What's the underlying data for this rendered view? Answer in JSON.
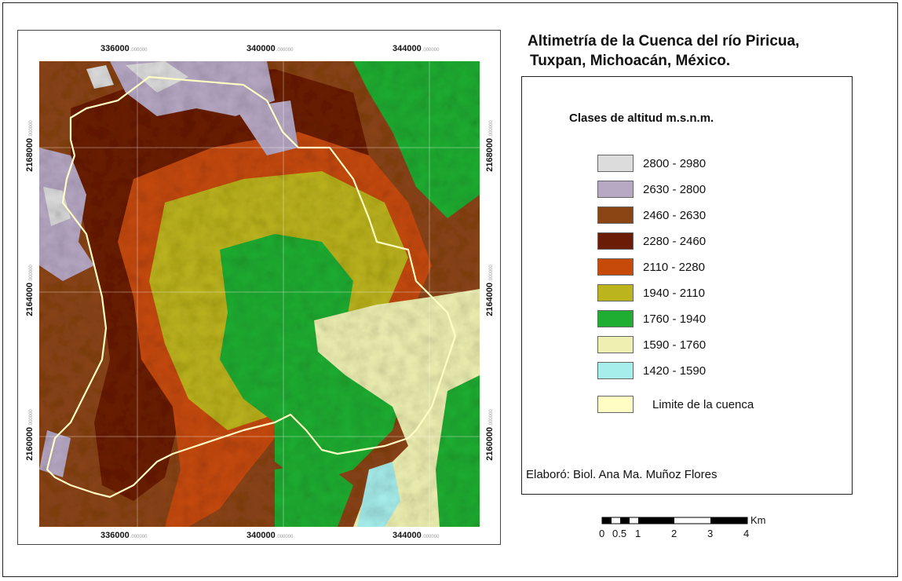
{
  "title": {
    "line1": "Altimetría de la Cuenca del río Piricua,",
    "line2": "Tuxpan, Michoacán, México."
  },
  "axes": {
    "x_ticks": [
      {
        "value": "336000",
        "sub": ".000000"
      },
      {
        "value": "340000",
        "sub": ".000000"
      },
      {
        "value": "344000",
        "sub": ".000000"
      }
    ],
    "y_ticks": [
      {
        "value": "2168000",
        "sub": ".000000"
      },
      {
        "value": "2164000",
        "sub": ".000000"
      },
      {
        "value": "2160000",
        "sub": ".000000"
      }
    ]
  },
  "legend": {
    "title": "Clases de altitud m.s.n.m.",
    "classes": [
      {
        "label": "2800 - 2980",
        "color": "#dcdcdc"
      },
      {
        "label": "2630 - 2800",
        "color": "#b7a8c4"
      },
      {
        "label": "2460 - 2630",
        "color": "#8b4414"
      },
      {
        "label": "2280 - 2460",
        "color": "#6b1c06"
      },
      {
        "label": "2110 - 2280",
        "color": "#c74a0a"
      },
      {
        "label": "1940 - 2110",
        "color": "#bcb41c"
      },
      {
        "label": "1760 - 1940",
        "color": "#1fae32"
      },
      {
        "label": "1590 - 1760",
        "color": "#eef0b2"
      },
      {
        "label": "1420 - 1590",
        "color": "#a6eeec"
      }
    ],
    "boundary": {
      "label": "Limite de la cuenca",
      "color": "#fffdc4"
    }
  },
  "author": "Elaboró: Biol. Ana Ma. Muñoz Flores",
  "scale": {
    "unit": "Km",
    "labels": [
      "0",
      "0.5",
      "1",
      "2",
      "3",
      "4"
    ]
  }
}
